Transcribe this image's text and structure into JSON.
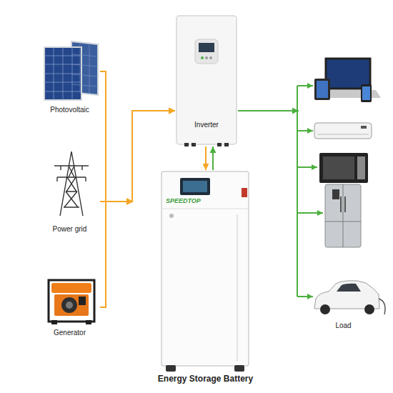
{
  "diagram": {
    "nodes": [
      {
        "text": [
          "Photovoltaic"
        ]
      },
      {
        "text": [
          "Power grid"
        ]
      },
      {
        "text": [
          "Generator"
        ]
      },
      {
        "text": [
          "Inverter"
        ]
      },
      {
        "text": [
          "Energy Storage Battery"
        ]
      },
      {
        "text": [
          "Load"
        ]
      }
    ],
    "edges": [
      {
        "from": 0,
        "to": 3,
        "arrow": "to"
      },
      {
        "from": 1,
        "to": 3,
        "arrow": "to"
      },
      {
        "from": 2,
        "to": 3,
        "arrow": "to"
      },
      {
        "from": 3,
        "to": 4,
        "arrow": "to"
      },
      {
        "from": 4,
        "to": 3,
        "arrow": "to"
      },
      {
        "from": 3,
        "to": 5,
        "arrow": "to"
      }
    ],
    "labels": [
      "SPEEDTOP"
    ]
  }
}
